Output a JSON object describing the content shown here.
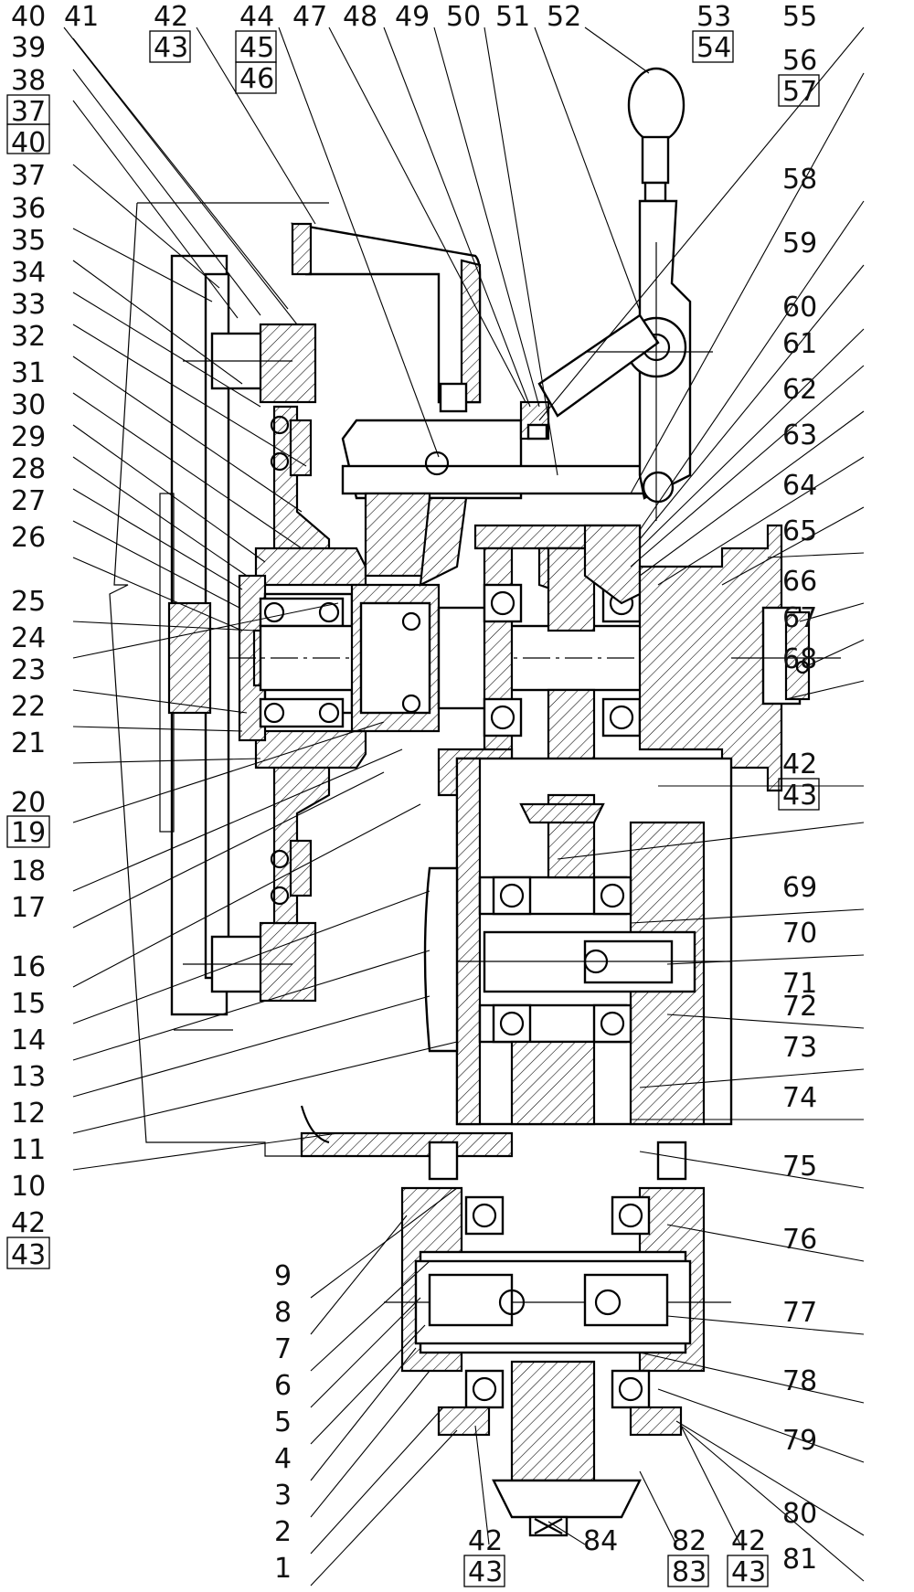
{
  "diagram": {
    "left_labels": [
      {
        "text": "40"
      },
      {
        "text": "39"
      },
      {
        "text": "38"
      },
      {
        "text": "37"
      },
      {
        "text": "40"
      },
      {
        "text": "37"
      },
      {
        "text": "36"
      },
      {
        "text": "35"
      },
      {
        "text": "34"
      },
      {
        "text": "33"
      },
      {
        "text": "32"
      },
      {
        "text": "31"
      },
      {
        "text": "30"
      },
      {
        "text": "29"
      },
      {
        "text": "28"
      },
      {
        "text": "27"
      },
      {
        "text": "26"
      },
      {
        "text": "25"
      },
      {
        "text": "24"
      },
      {
        "text": "23"
      },
      {
        "text": "22"
      },
      {
        "text": "21"
      },
      {
        "text": "20"
      },
      {
        "text": "19"
      },
      {
        "text": "18"
      },
      {
        "text": "17"
      },
      {
        "text": "16"
      },
      {
        "text": "15"
      },
      {
        "text": "14"
      },
      {
        "text": "13"
      },
      {
        "text": "12"
      },
      {
        "text": "11"
      },
      {
        "text": "10"
      },
      {
        "text": "42"
      },
      {
        "text": "43"
      }
    ],
    "top_labels": [
      {
        "text": "41"
      },
      {
        "text": "42"
      },
      {
        "text": "43"
      },
      {
        "text": "44"
      },
      {
        "text": "45"
      },
      {
        "text": "46"
      },
      {
        "text": "47"
      },
      {
        "text": "48"
      },
      {
        "text": "49"
      },
      {
        "text": "50"
      },
      {
        "text": "51"
      },
      {
        "text": "52"
      },
      {
        "text": "53"
      },
      {
        "text": "54"
      }
    ],
    "right_labels": [
      {
        "text": "55"
      },
      {
        "text": "56"
      },
      {
        "text": "57"
      },
      {
        "text": "58"
      },
      {
        "text": "59"
      },
      {
        "text": "60"
      },
      {
        "text": "61"
      },
      {
        "text": "62"
      },
      {
        "text": "63"
      },
      {
        "text": "64"
      },
      {
        "text": "65"
      },
      {
        "text": "66"
      },
      {
        "text": "67"
      },
      {
        "text": "68"
      },
      {
        "text": "42"
      },
      {
        "text": "43"
      },
      {
        "text": "69"
      },
      {
        "text": "70"
      },
      {
        "text": "71"
      },
      {
        "text": "72"
      },
      {
        "text": "73"
      },
      {
        "text": "74"
      },
      {
        "text": "75"
      },
      {
        "text": "76"
      },
      {
        "text": "77"
      },
      {
        "text": "78"
      },
      {
        "text": "79"
      },
      {
        "text": "80"
      },
      {
        "text": "81"
      }
    ],
    "bottom_labels": [
      {
        "text": "9"
      },
      {
        "text": "8"
      },
      {
        "text": "7"
      },
      {
        "text": "6"
      },
      {
        "text": "5"
      },
      {
        "text": "4"
      },
      {
        "text": "3"
      },
      {
        "text": "2"
      },
      {
        "text": "1"
      },
      {
        "text": "42"
      },
      {
        "text": "43"
      },
      {
        "text": "84"
      },
      {
        "text": "82"
      },
      {
        "text": "83"
      },
      {
        "text": "42"
      },
      {
        "text": "43"
      }
    ]
  }
}
